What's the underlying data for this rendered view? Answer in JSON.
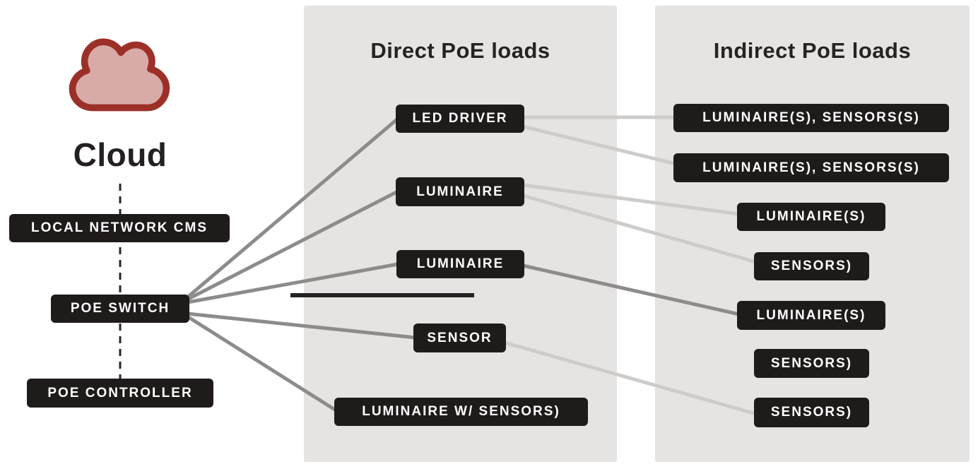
{
  "colors": {
    "background": "#ffffff",
    "panel": "#e6e4e3",
    "node_background": "#1f1b1a",
    "node_text": "#ffffff",
    "line_dark_gray": "#8e8b8b",
    "line_light_gray": "#cecccb",
    "divider_black": "#262223",
    "cloud_fill": "#d8aba8",
    "cloud_stroke": "#9c3028",
    "title_text": "#272321"
  },
  "cloud": {
    "label": "Cloud"
  },
  "left_column": {
    "boxes": [
      {
        "id": "local-network-cms",
        "label": "LOCAL NETWORK CMS"
      },
      {
        "id": "poe-switch",
        "label": "POE SWITCH"
      },
      {
        "id": "poe-controller",
        "label": "POE CONTROLLER"
      }
    ]
  },
  "direct_loads": {
    "title": "Direct PoE loads",
    "boxes": [
      {
        "id": "led-driver",
        "label": "LED DRIVER"
      },
      {
        "id": "luminaire-1",
        "label": "LUMINAIRE"
      },
      {
        "id": "luminaire-2",
        "label": "LUMINAIRE"
      },
      {
        "id": "sensor",
        "label": "SENSOR"
      },
      {
        "id": "luminaire-w-sensors",
        "label": "LUMINAIRE W/ SENSORS)"
      }
    ]
  },
  "indirect_loads": {
    "title": "Indirect PoE loads",
    "boxes": [
      {
        "id": "indirect-1",
        "label": "LUMINAIRE(S), SENSORS(S)"
      },
      {
        "id": "indirect-2",
        "label": "LUMINAIRE(S), SENSORS(S)"
      },
      {
        "id": "indirect-3",
        "label": "LUMINAIRE(S)"
      },
      {
        "id": "indirect-4",
        "label": "SENSORS)"
      },
      {
        "id": "indirect-5",
        "label": "LUMINAIRE(S)"
      },
      {
        "id": "indirect-6",
        "label": "SENSORS)"
      },
      {
        "id": "indirect-7",
        "label": "SENSORS)"
      }
    ]
  },
  "connections": [
    {
      "from": "cloud",
      "to": "poe-controller",
      "style": "dashed-black",
      "via": [
        "local-network-cms",
        "poe-switch"
      ]
    },
    {
      "from": "poe-switch",
      "to": "led-driver",
      "style": "dark-gray"
    },
    {
      "from": "poe-switch",
      "to": "luminaire-1",
      "style": "dark-gray"
    },
    {
      "from": "poe-switch",
      "to": "luminaire-2",
      "style": "dark-gray"
    },
    {
      "from": "poe-switch",
      "to": "sensor",
      "style": "dark-gray"
    },
    {
      "from": "poe-switch",
      "to": "luminaire-w-sensors",
      "style": "dark-gray"
    },
    {
      "from": "led-driver",
      "to": "indirect-1",
      "style": "light-gray"
    },
    {
      "from": "led-driver",
      "to": "indirect-2",
      "style": "light-gray"
    },
    {
      "from": "luminaire-1",
      "to": "indirect-3",
      "style": "light-gray"
    },
    {
      "from": "luminaire-1",
      "to": "indirect-4",
      "style": "light-gray"
    },
    {
      "from": "luminaire-2",
      "to": "indirect-5",
      "style": "dark-gray"
    },
    {
      "from": "sensor",
      "to": "indirect-7",
      "style": "light-gray"
    }
  ]
}
